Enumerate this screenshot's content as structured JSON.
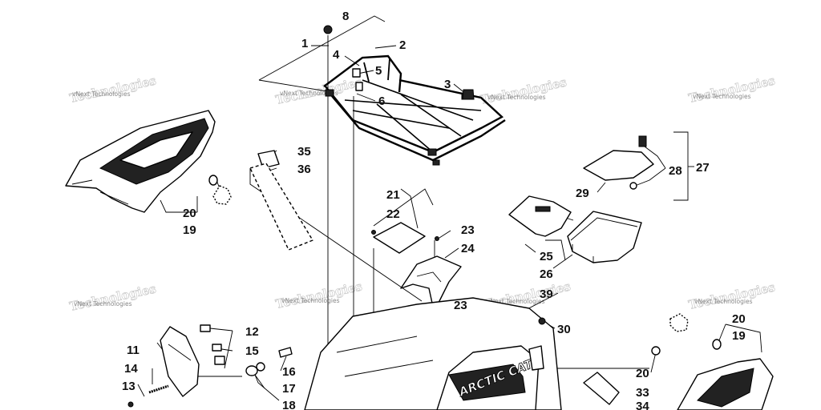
{
  "callouts": [
    {
      "id": "c1",
      "text": "1"
    },
    {
      "id": "c2",
      "text": "2"
    },
    {
      "id": "c3",
      "text": "3"
    },
    {
      "id": "c4",
      "text": "4"
    },
    {
      "id": "c5",
      "text": "5"
    },
    {
      "id": "c6",
      "text": "6"
    },
    {
      "id": "c8",
      "text": "8"
    },
    {
      "id": "c11",
      "text": "11"
    },
    {
      "id": "c12",
      "text": "12"
    },
    {
      "id": "c13",
      "text": "13"
    },
    {
      "id": "c14",
      "text": "14"
    },
    {
      "id": "c15",
      "text": "15"
    },
    {
      "id": "c16",
      "text": "16"
    },
    {
      "id": "c17",
      "text": "17"
    },
    {
      "id": "c18",
      "text": "18"
    },
    {
      "id": "c19a",
      "text": "19"
    },
    {
      "id": "c20a",
      "text": "20"
    },
    {
      "id": "c19b",
      "text": "19"
    },
    {
      "id": "c20b",
      "text": "20"
    },
    {
      "id": "c20c",
      "text": "20"
    },
    {
      "id": "c21",
      "text": "21"
    },
    {
      "id": "c22",
      "text": "22"
    },
    {
      "id": "c23a",
      "text": "23"
    },
    {
      "id": "c23b",
      "text": "23"
    },
    {
      "id": "c24",
      "text": "24"
    },
    {
      "id": "c25",
      "text": "25"
    },
    {
      "id": "c26",
      "text": "26"
    },
    {
      "id": "c27",
      "text": "27"
    },
    {
      "id": "c28",
      "text": "28"
    },
    {
      "id": "c29",
      "text": "29"
    },
    {
      "id": "c30",
      "text": "30"
    },
    {
      "id": "c33",
      "text": "33"
    },
    {
      "id": "c34",
      "text": "34"
    },
    {
      "id": "c35",
      "text": "35"
    },
    {
      "id": "c36",
      "text": "36"
    },
    {
      "id": "c39",
      "text": "39"
    }
  ],
  "watermark": {
    "text": "vNext Technologies"
  },
  "logo": {
    "text": "ARCTIC CAT"
  }
}
